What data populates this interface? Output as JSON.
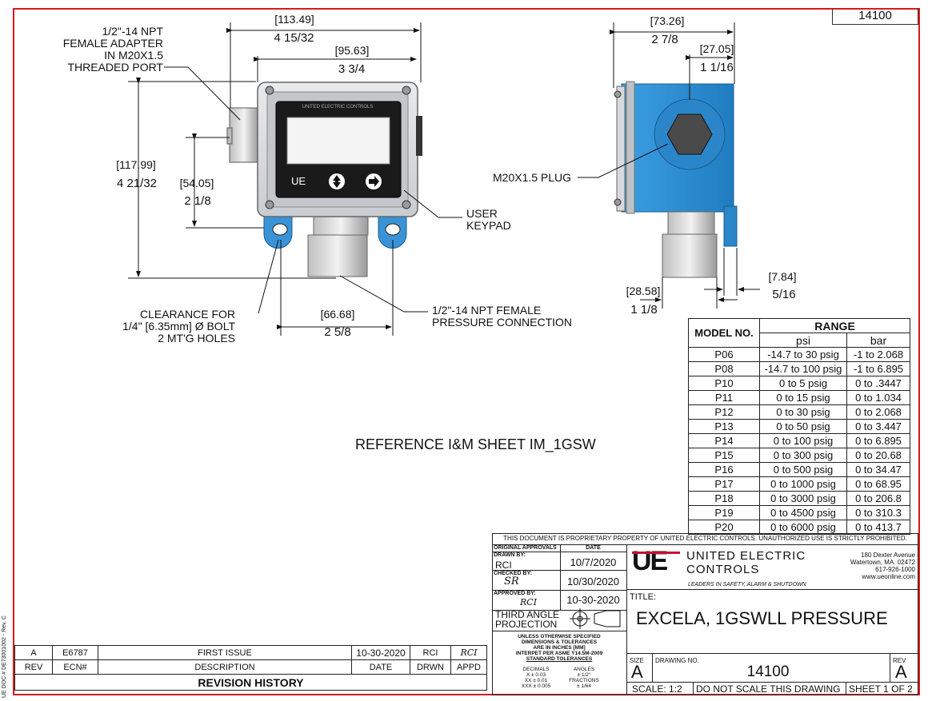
{
  "drawing_number_top": "14100",
  "front_view": {
    "width_overall_mm": "[113.49]",
    "width_overall_in": "4 15/32",
    "width_body_mm": "[95.63]",
    "width_body_in": "3 3/4",
    "height_overall_mm": "[117.99]",
    "height_overall_in": "4 21/32",
    "height_port_mm": "[54.05]",
    "height_port_in": "2 1/8",
    "hole_spacing_mm": "[66.68]",
    "hole_spacing_in": "2 5/8",
    "adapter_label": [
      "1/2\"-14 NPT",
      "FEMALE ADAPTER",
      "IN M20X1.5",
      "THREADED PORT"
    ],
    "keypad_label": [
      "USER",
      "KEYPAD"
    ],
    "clearance_label": [
      "CLEARANCE FOR",
      "1/4\" [6.35mm] Ø BOLT",
      "2 MT'G HOLES"
    ],
    "pressure_label": [
      "1/2\"-14 NPT FEMALE",
      "PRESSURE CONNECTION"
    ],
    "display_brand": "UNITED ELECTRIC CONTROLS",
    "keypad_logo": "UE"
  },
  "side_view": {
    "depth_overall_mm": "[73.26]",
    "depth_overall_in": "2 7/8",
    "plug_offset_mm": "[27.05]",
    "plug_offset_in": "1 1/16",
    "fitting_mm": "[28.58]",
    "fitting_in": "1 1/8",
    "fitting_off_mm": "[7.84]",
    "fitting_off_in": "5/16",
    "plug_label": "M20X1.5 PLUG"
  },
  "reference_note": "REFERENCE I&M SHEET IM_1GSW",
  "model_table": {
    "col_model": "MODEL NO.",
    "col_range": "RANGE",
    "col_psi": "psi",
    "col_bar": "bar",
    "rows": [
      [
        "P06",
        "-14.7 to 30 psig",
        "-1 to 2.068"
      ],
      [
        "P08",
        "-14.7 to 100 psig",
        "-1 to 6.895"
      ],
      [
        "P10",
        "0 to 5 psig",
        "0 to .3447"
      ],
      [
        "P11",
        "0 to 15 psig",
        "0 to 1.034"
      ],
      [
        "P12",
        "0 to 30 psig",
        "0 to 2.068"
      ],
      [
        "P13",
        "0 to 50 psig",
        "0 to 3.447"
      ],
      [
        "P14",
        "0 to 100 psig",
        "0 to 6.895"
      ],
      [
        "P15",
        "0 to 300 psig",
        "0 to 20.68"
      ],
      [
        "P16",
        "0 to 500 psig",
        "0 to 34.47"
      ],
      [
        "P17",
        "0 to 1000 psig",
        "0 to 68.95"
      ],
      [
        "P18",
        "0 to 3000 psig",
        "0 to 206.8"
      ],
      [
        "P19",
        "0 to 4500 psig",
        "0 to 310.3"
      ],
      [
        "P20",
        "0 to 6000 psig",
        "0 to 413.7"
      ]
    ]
  },
  "title_block": {
    "proprietary": "THIS DOCUMENT IS PROPRIETARY PROPERTY OF UNITED ELECTRIC CONTROLS. UNAUTHORIZED USE IS STRICTLY PROHIBITED.",
    "original_approvals": "ORIGINAL APPROVALS",
    "date_hdr": "DATE",
    "drawn_by_lbl": "DRAWN BY:",
    "drawn_by": "RCI",
    "drawn_date": "10/7/2020",
    "checked_by_lbl": "CHECKED BY:",
    "checked_by": "SR",
    "checked_date": "10/30/2020",
    "approved_by_lbl": "APPROVED BY:",
    "approved_by": "RCI",
    "approved_date": "10-30-2020",
    "projection": [
      "THIRD ANGLE",
      "PROJECTION"
    ],
    "tolerances": [
      "UNLESS OTHERWISE SPECIFIED",
      "DIMENSIONS & TOLERANCES",
      "ARE IN INCHES [MM]",
      "INTERPET PER ASME Y14.5M-2009",
      "STANDARD TOLERANCES"
    ],
    "decimals_lbl": "DECIMALS",
    "decimals": [
      "X ± 0.03",
      "XX ± 0.01",
      "XXX ± 0.005"
    ],
    "angles_lbl": "ANGLES",
    "angles": "± 1/2°",
    "fractions_lbl": "FRACTIONS",
    "fractions": "± 1/64",
    "logo_text": "UE",
    "company_line1": "UNITED ELECTRIC",
    "company_line2": "CONTROLS",
    "company_tagline": "LEADERS IN SAFETY, ALARM & SHUTDOWN",
    "address": [
      "180 Dexter Avenue",
      "Watertown, MA. 02472",
      "617-926-1000",
      "www.ueonline.com"
    ],
    "title_lbl": "TITLE:",
    "title": "EXCELA, 1GSWLL PRESSURE",
    "size_lbl": "SIZE",
    "size": "A",
    "drawing_no_lbl": "DRAWING NO.",
    "drawing_no": "14100",
    "rev_lbl": "REV",
    "rev": "A",
    "scale": "SCALE: 1:2",
    "no_scale": "DO NOT SCALE THIS DRAWING",
    "sheet": "SHEET 1 OF 2"
  },
  "revision_history": {
    "title": "REVISION HISTORY",
    "headers": [
      "REV",
      "ECN#",
      "DESCRIPTION",
      "DATE",
      "DRWN",
      "APPD"
    ],
    "row": [
      "A",
      "E6787",
      "FIRST ISSUE",
      "10-30-2020",
      "RCI",
      "RCI"
    ]
  },
  "side_note": "UE DOC # DE73001002 - Rev. C",
  "colors": {
    "frame": "#d61c1c",
    "side_body": "#2b8fd6",
    "logo_red": "#c8102e"
  }
}
